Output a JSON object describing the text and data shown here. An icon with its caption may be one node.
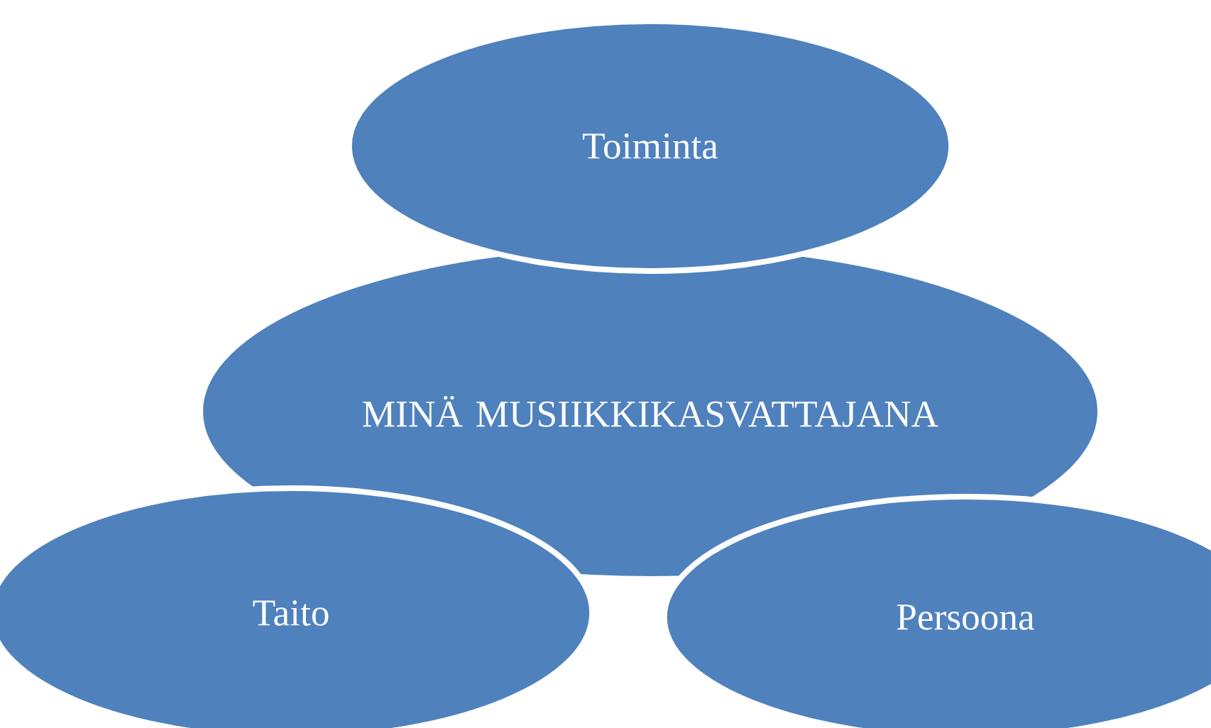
{
  "diagram": {
    "nodes": [
      {
        "text": [
          "MINÄ MUSIIKKIKASVATTAJANA"
        ]
      },
      {
        "text": [
          "Toiminta"
        ]
      },
      {
        "text": [
          "Taito"
        ]
      },
      {
        "text": [
          "Persoona"
        ]
      }
    ]
  }
}
